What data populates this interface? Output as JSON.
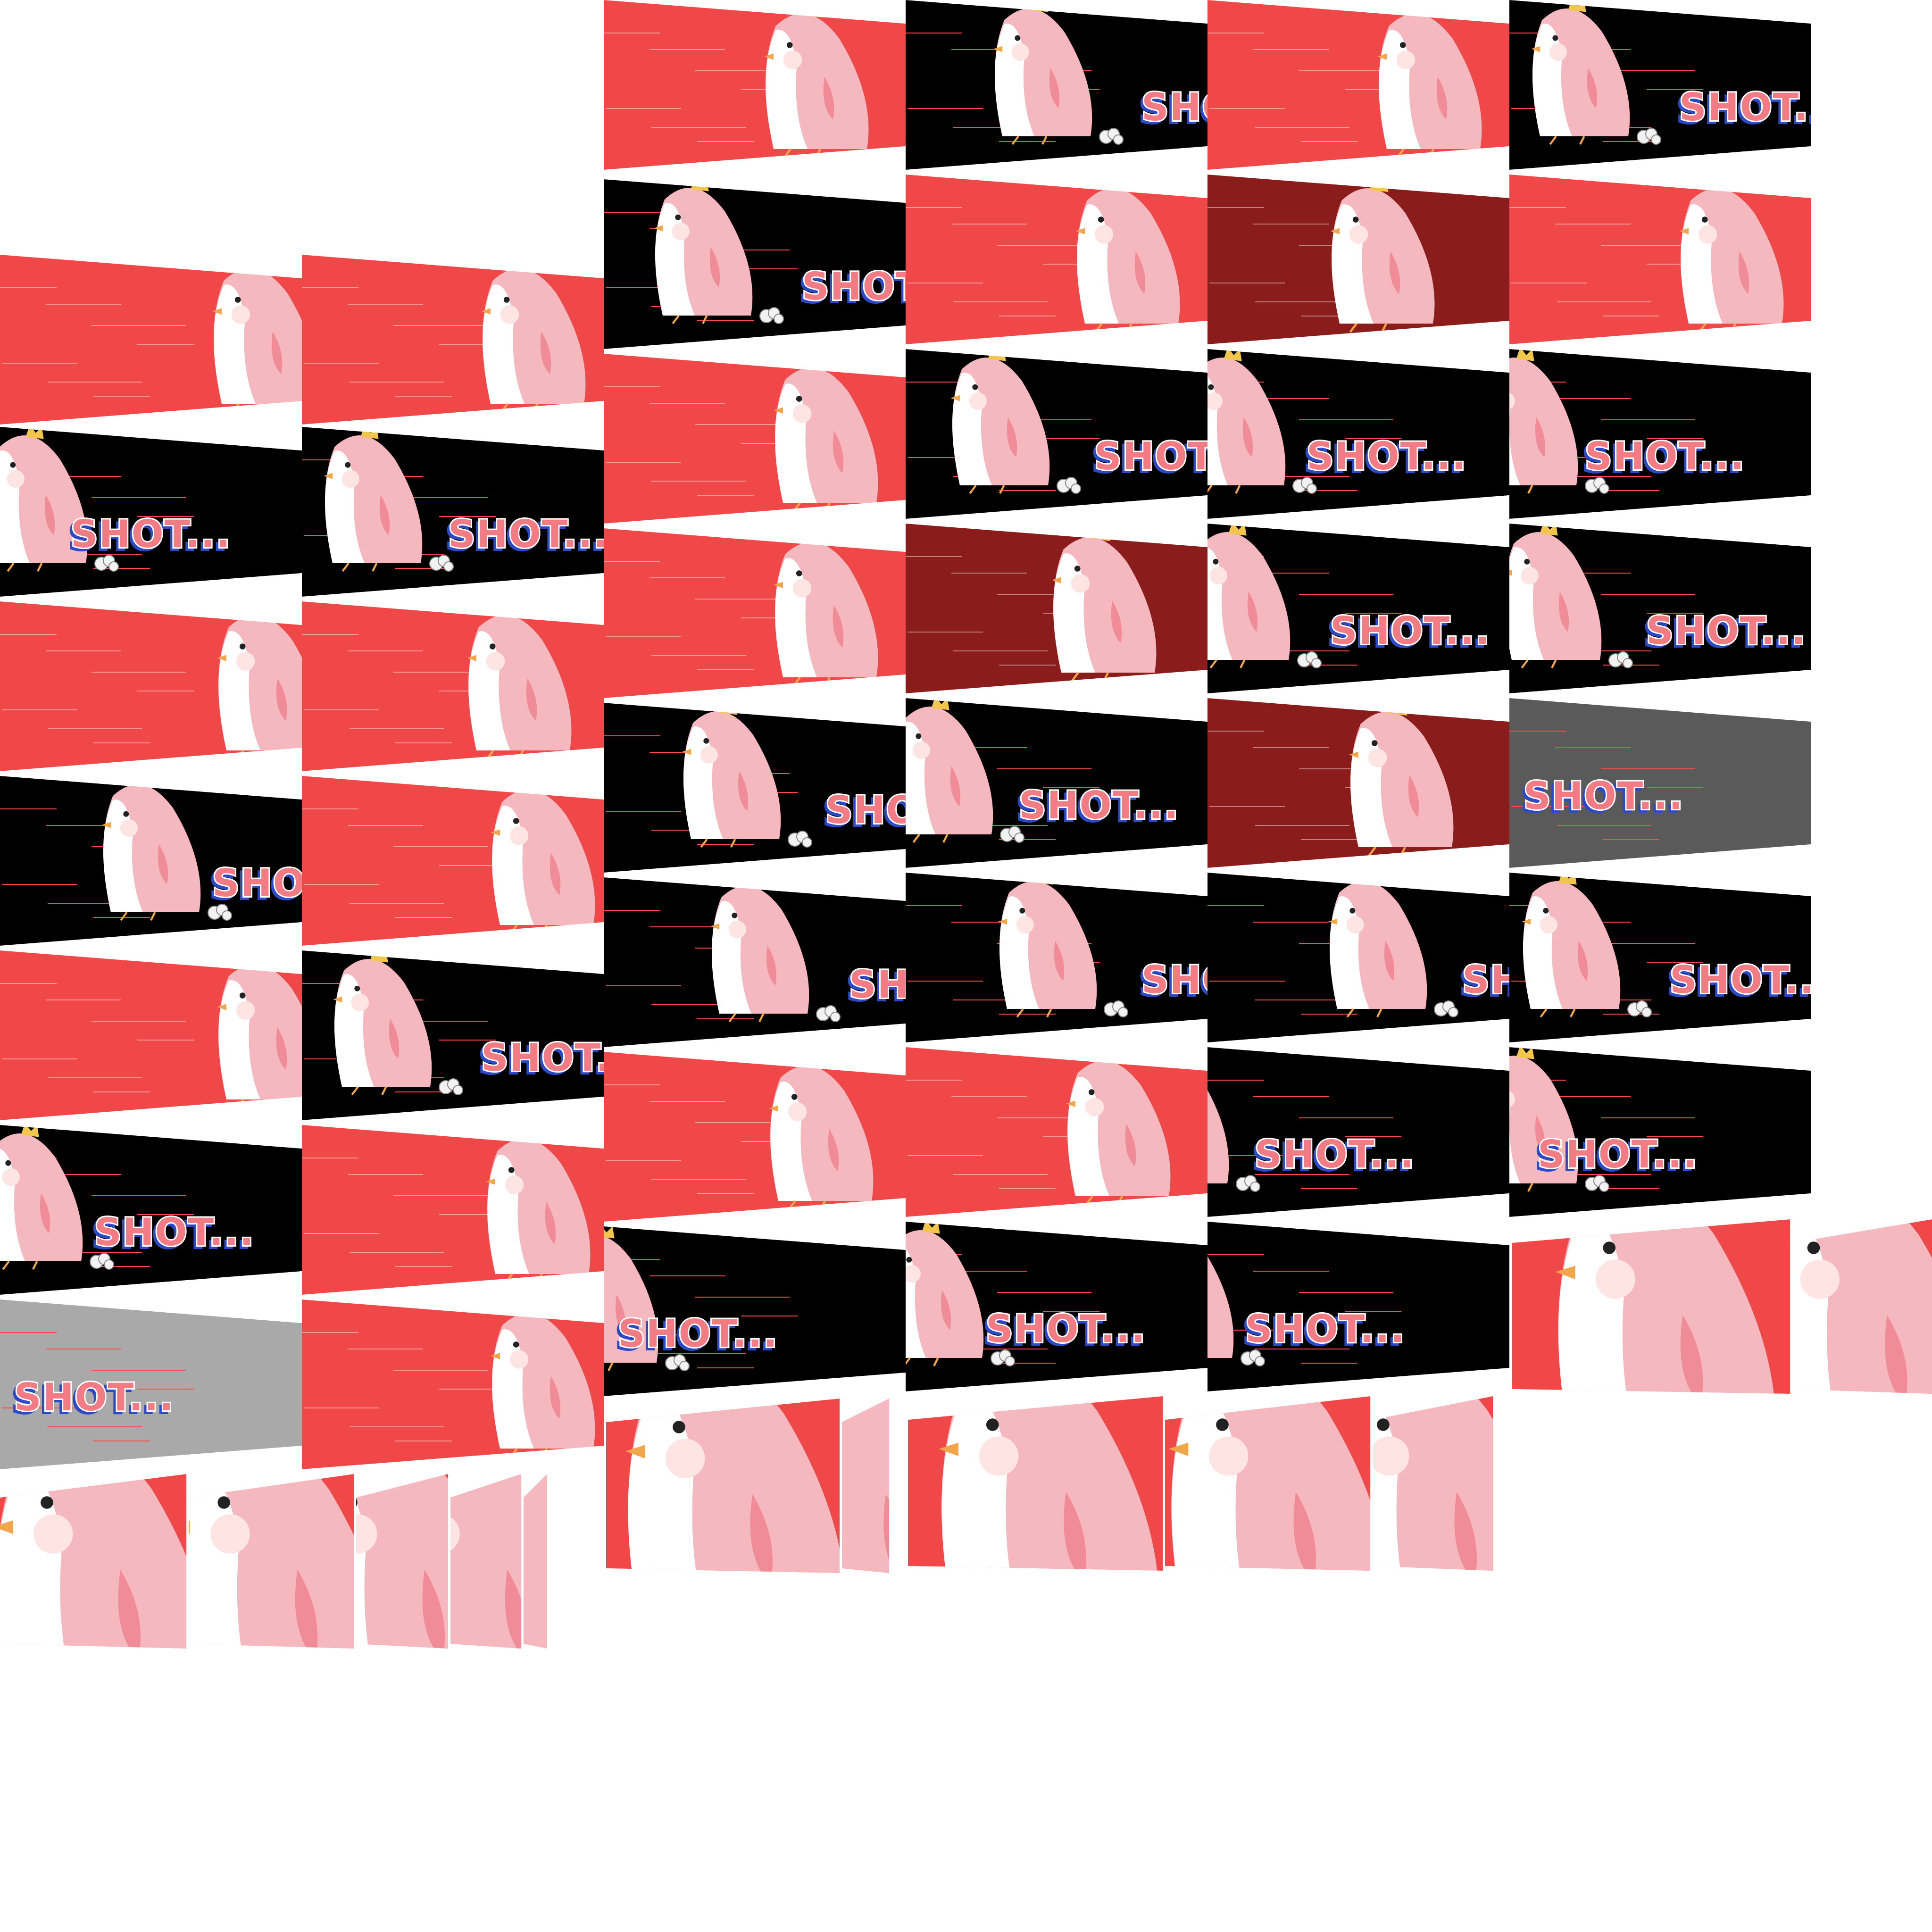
{
  "sprite_sheet": {
    "caption_text": "SHOT...",
    "colors": {
      "background": "#ffffff",
      "red_panel": "#f04848",
      "dark_red_panel": "#8a1c1c",
      "black_panel": "#000000",
      "gray_panel": "#5a5a5a",
      "light_gray_panel": "#a9a9a9",
      "chick_body": "#f6b8bf",
      "chick_belly": "#ffffff",
      "chick_crest": "#f2c64a",
      "text_fill": "#f27b84",
      "text_outline": "#ffffff",
      "text_shadow": "#2b49c8",
      "speed_line": "#ff4a4a"
    },
    "frame_variants": [
      "red-chick",
      "black-chick-shot",
      "dark-red-chick",
      "gray-shot",
      "closeup-chick"
    ],
    "icons": [
      "chick-sprite",
      "dust-puff-icon",
      "speed-lines"
    ]
  }
}
